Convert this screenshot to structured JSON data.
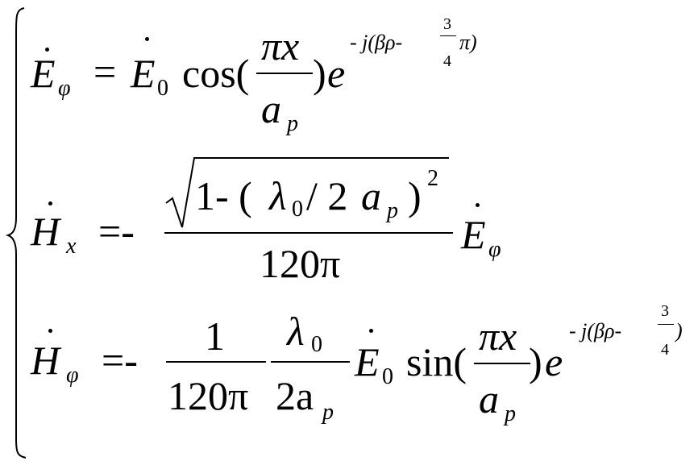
{
  "brace": "{",
  "eq1": {
    "lhs_symbol": "E",
    "lhs_sub": "φ",
    "equals": "=",
    "rhs_symbol": "E",
    "rhs_sub": "0",
    "func": "cos(",
    "frac_num": "πx",
    "frac_den": "a",
    "frac_den_sub": "p",
    "close": ")",
    "exp_base": "e",
    "exp_text": "- j(βρ-",
    "exp_frac_num": "3",
    "exp_frac_den": "4",
    "exp_tail": "π)"
  },
  "eq2": {
    "lhs_symbol": "H",
    "lhs_sub": "x",
    "equals": "=-",
    "sqrt_inner_1": "1- (",
    "sqrt_lambda": "λ",
    "sqrt_lambda_sub": "0",
    "sqrt_mid": " / 2",
    "sqrt_a": "a",
    "sqrt_a_sub": "p",
    "sqrt_close": ")",
    "sqrt_power": "2",
    "den": "120π",
    "rhs_symbol": "E",
    "rhs_sub": "φ"
  },
  "eq3": {
    "lhs_symbol": "H",
    "lhs_sub": "φ",
    "equals": "=-",
    "frac1_num": "1",
    "frac1_den": "120π",
    "frac2_num_symbol": "λ",
    "frac2_num_sub": "0",
    "frac2_den": "2a",
    "frac2_den_sub": "p",
    "rhs_symbol": "E",
    "rhs_sub": "0",
    "func": "sin(",
    "frac_num": "πx",
    "frac_den": "a",
    "frac_den_sub": "p",
    "close": ")",
    "exp_base": "e",
    "exp_text": "- j(βρ-",
    "exp_frac_num": "3",
    "exp_frac_den": "4",
    "exp_tail": ")"
  }
}
